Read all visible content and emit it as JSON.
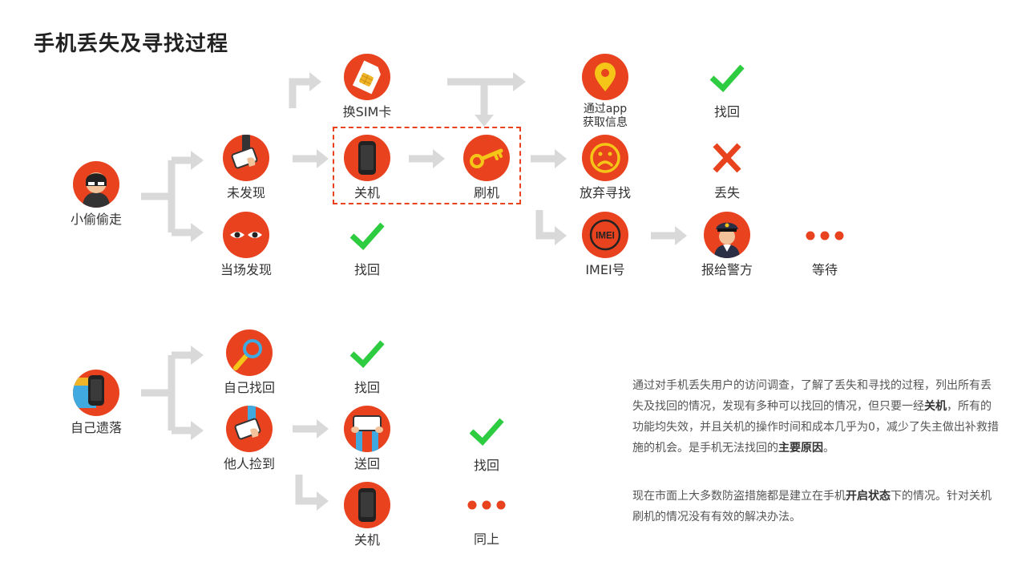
{
  "title": "手机丢失及寻找过程",
  "colors": {
    "accent": "#E8421F",
    "check": "#2ECC40",
    "cross": "#E8421F",
    "arrow": "#D9D9D9",
    "text": "#333333"
  },
  "nodes": {
    "thief": {
      "label": "小偷偷走",
      "icon": "thief-icon"
    },
    "undiscovered": {
      "label": "未发现",
      "icon": "hand-phone-icon"
    },
    "spotted": {
      "label": "当场发现",
      "icon": "eyes-icon"
    },
    "sim": {
      "label": "换SIM卡",
      "icon": "sim-card-icon"
    },
    "shutdown1": {
      "label": "关机",
      "icon": "phone-icon"
    },
    "flash": {
      "label": "刷机",
      "icon": "key-icon"
    },
    "found1": {
      "label": "找回",
      "icon": "check-icon"
    },
    "app": {
      "label_lines": [
        "通过app",
        "获取信息"
      ],
      "icon": "location-pin-icon"
    },
    "giveup": {
      "label": "放弃寻找",
      "icon": "sad-face-icon"
    },
    "imei": {
      "label": "IMEI号",
      "icon": "imei-icon",
      "badge": "IMEI"
    },
    "found_app": {
      "label": "找回",
      "icon": "check-icon"
    },
    "lost": {
      "label": "丢失",
      "icon": "cross-icon"
    },
    "police": {
      "label": "报给警方",
      "icon": "police-icon"
    },
    "wait": {
      "label": "等待",
      "icon": "dots-icon"
    },
    "self_lost": {
      "label": "自己遗落",
      "icon": "phone-lost-icon"
    },
    "self_found": {
      "label": "自己找回",
      "icon": "magnifier-icon"
    },
    "found_self": {
      "label": "找回",
      "icon": "check-icon"
    },
    "picked": {
      "label": "他人捡到",
      "icon": "hand-phone-icon"
    },
    "returned": {
      "label": "送回",
      "icon": "hands-phone-icon"
    },
    "found_ret": {
      "label": "找回",
      "icon": "check-icon"
    },
    "shutdown2": {
      "label": "关机",
      "icon": "phone-icon"
    },
    "same": {
      "label": "同上",
      "icon": "dots-icon"
    }
  },
  "description": {
    "p1": {
      "t1": "通过对手机丢失用户的访问调查，了解了丢失和寻找的过程，列出所有丢失及找回的情况，发现有多种可以找回的情况，但只要一经",
      "b1": "关机",
      "t2": "，所有的功能均失效，并且关机的操作时间和成本几乎为0，减少了失主做出补救措施的机会。是手机无法找回的",
      "b2": "主要原因",
      "t3": "。"
    },
    "p2": {
      "t1": "现在市面上大多数防盗措施都是建立在手机",
      "b1": "开启状态",
      "t2": "下的情况。针对关机刷机的情况没有有效的解决办法。"
    }
  }
}
